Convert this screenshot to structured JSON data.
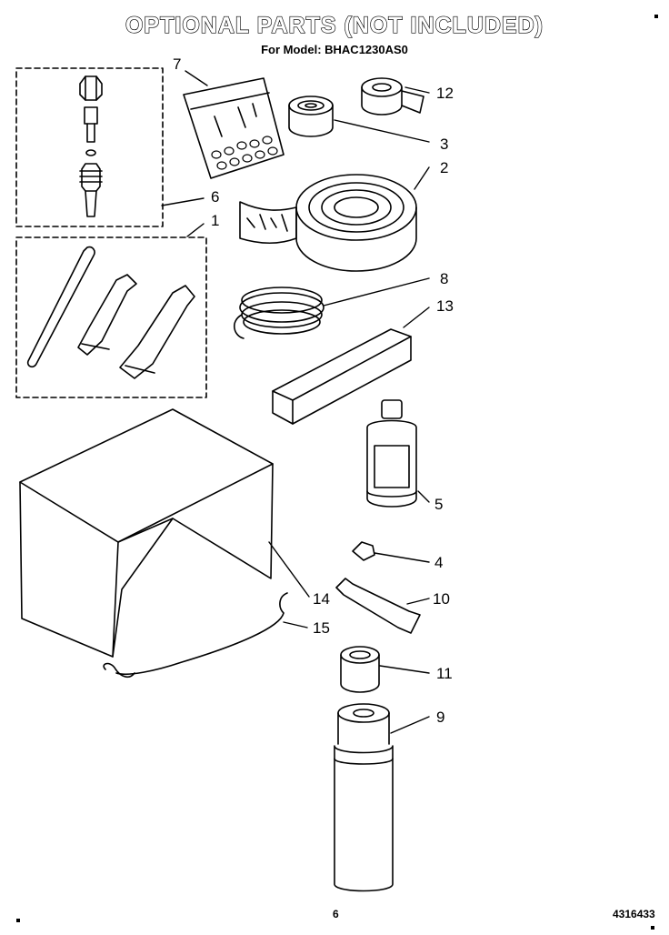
{
  "header": {
    "title": "OPTIONAL PARTS (NOT INCLUDED)",
    "subtitle": "For Model: BHAC1230AS0"
  },
  "callouts": [
    "1",
    "2",
    "3",
    "4",
    "5",
    "6",
    "7",
    "8",
    "9",
    "10",
    "11",
    "12",
    "13",
    "14",
    "15"
  ],
  "footer": {
    "page_number": "6",
    "doc_number": "4316433"
  }
}
